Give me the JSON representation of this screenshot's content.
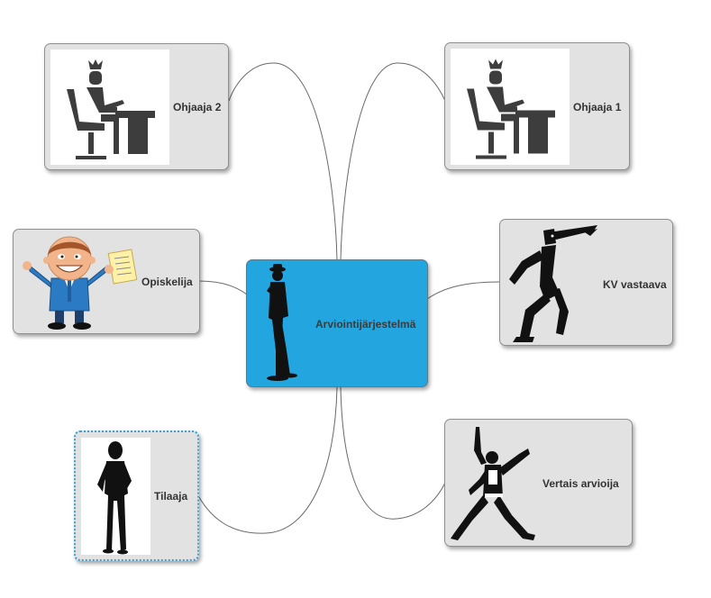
{
  "diagram": {
    "center": {
      "label": "Arviointijärjestelmä",
      "color": "#23a5e0"
    },
    "nodes": [
      {
        "id": "ohjaaja-2",
        "label": "Ohjaaja 2",
        "icon": "person-at-desk-icon"
      },
      {
        "id": "ohjaaja-1",
        "label": "Ohjaaja 1",
        "icon": "person-at-desk-icon"
      },
      {
        "id": "opiskelija",
        "label": "Opiskelija",
        "icon": "cartoon-student-icon"
      },
      {
        "id": "kv-vastaava",
        "label": "KV vastaava",
        "icon": "pointing-figure-icon"
      },
      {
        "id": "tilaaja",
        "label": "Tilaaja",
        "icon": "woman-silhouette-icon"
      },
      {
        "id": "vertais-arvioija",
        "label": "Vertais arvioija",
        "icon": "jumping-man-icon"
      }
    ],
    "connector_color": "#666666",
    "node_fill": "#e2e2e2"
  }
}
